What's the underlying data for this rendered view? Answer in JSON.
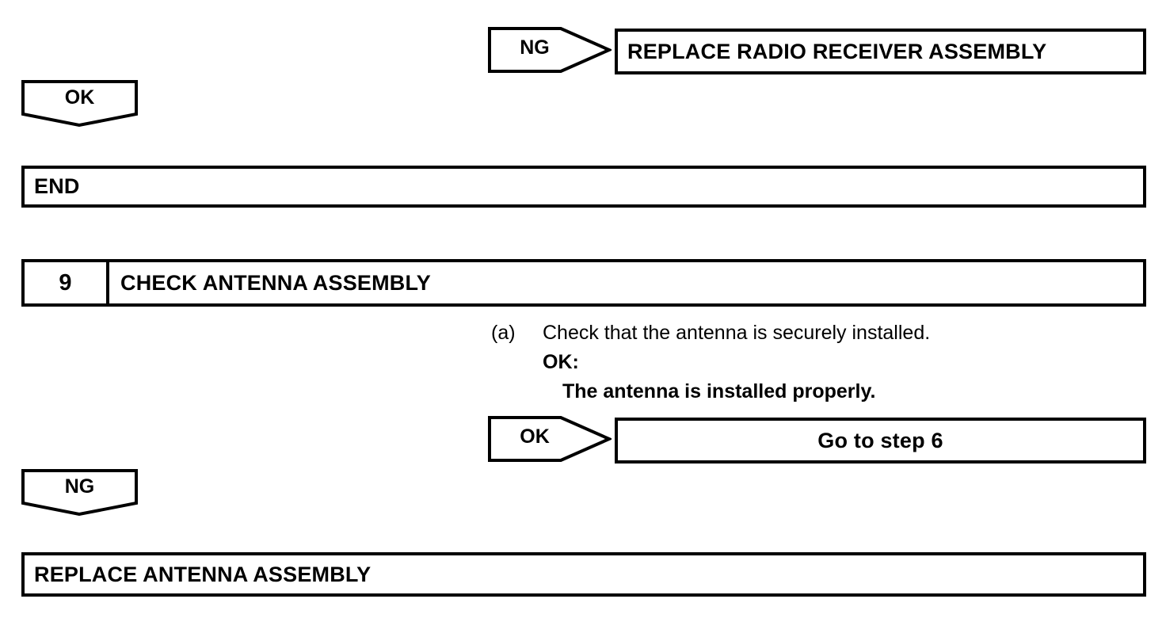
{
  "diagram": {
    "title": "Radio receiver / antenna troubleshooting flowchart",
    "line_color": "#000000",
    "background_color": "#ffffff"
  },
  "nodes": {
    "ng_tag_top": {
      "label": "NG",
      "type": "judgement-arrow-right"
    },
    "replace_radio_receiver": {
      "label": "REPLACE RADIO RECEIVER ASSEMBLY",
      "type": "process-box"
    },
    "ok_tag_top": {
      "label": "OK",
      "type": "judgement-pentagon-down"
    },
    "end_box": {
      "label": "END",
      "type": "process-box"
    },
    "step9": {
      "number": "9",
      "title": "CHECK ANTENNA ASSEMBLY",
      "type": "step-header"
    },
    "instruction": {
      "marker": "(a)",
      "text": "Check that the antenna is securely installed.",
      "ok_label": "OK:",
      "ok_result": "The antenna is installed properly."
    },
    "ok_tag_step9": {
      "label": "OK",
      "type": "judgement-arrow-right"
    },
    "go_to_step_6": {
      "label": "Go to step 6",
      "type": "process-box"
    },
    "ng_tag_step9": {
      "label": "NG",
      "type": "judgement-pentagon-down"
    },
    "replace_antenna": {
      "label": "REPLACE ANTENNA ASSEMBLY",
      "type": "process-box"
    }
  }
}
